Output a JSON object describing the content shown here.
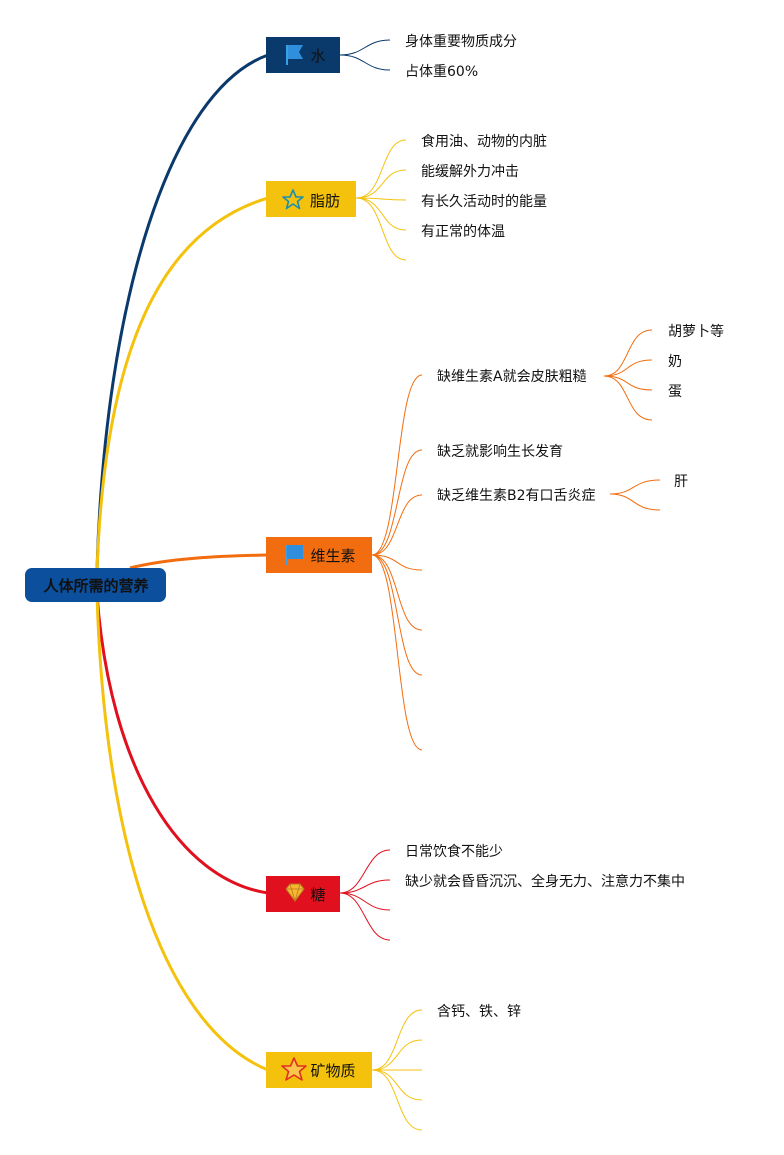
{
  "colors": {
    "root": "#0c4f9c",
    "water": "#0a3a6b",
    "fat": "#f4c20d",
    "vitamin": "#f26d0f",
    "sugar": "#e0101e",
    "mineral": "#f4c20d"
  },
  "root": {
    "label": "人体所需的营养"
  },
  "water": {
    "label": "水",
    "icon": "flag-icon",
    "leaves": [
      "身体重要物质成分",
      "占体重60%"
    ]
  },
  "fat": {
    "label": "脂肪",
    "icon": "star-icon",
    "leaves": [
      "食用油、动物的内脏",
      "能缓解外力冲击",
      "有长久活动时的能量",
      "有正常的体温"
    ]
  },
  "vitamin": {
    "label": "维生素",
    "icon": "flag-icon",
    "leaves": [
      "缺维生素A就会皮肤粗糙",
      "缺乏就影响生长发育",
      "缺乏维生素B2有口舌炎症"
    ],
    "vitamin_a_children": [
      "胡萝卜等",
      "奶",
      "蛋"
    ],
    "vitamin_b2_children": [
      "肝"
    ]
  },
  "sugar": {
    "label": "糖",
    "icon": "diamond-icon",
    "leaves": [
      "日常饮食不能少",
      "缺少就会昏昏沉沉、全身无力、注意力不集中"
    ]
  },
  "mineral": {
    "label": "矿物质",
    "icon": "star-icon",
    "leaves": [
      "含钙、铁、锌"
    ]
  }
}
